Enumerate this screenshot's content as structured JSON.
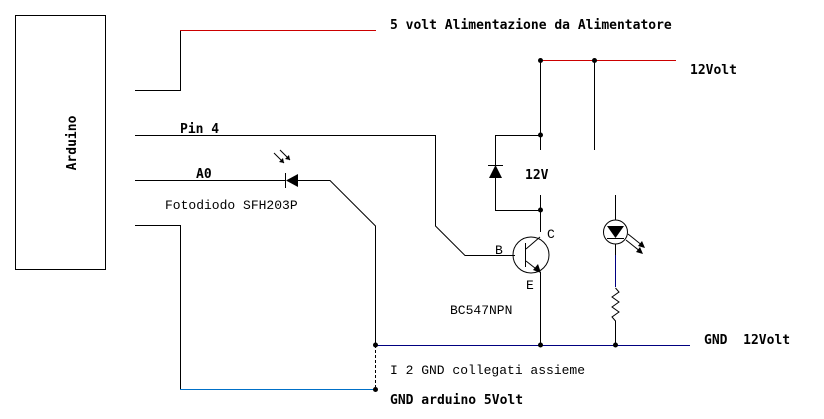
{
  "diagram": {
    "arduino_label": "Arduino",
    "supply_5v_label": "5 volt Alimentazione da Alimentatore",
    "supply_12v_label": "12Volt",
    "pin4_label": "Pin 4",
    "a0_label": "A0",
    "photodiode_label": "Fotodiodo SFH203P",
    "relay_label": "12V",
    "transistor": {
      "base_label": "B",
      "collector_label": "C",
      "emitter_label": "E",
      "model_label": "BC547NPN"
    },
    "gnd_12v_label": "GND  12Volt",
    "gnd_note_label": "I 2 GND collegati assieme",
    "gnd_arduino_label": "GND arduino 5Volt",
    "colors": {
      "supply_wire": "#cc0000",
      "gnd_12v_wire": "#000080",
      "gnd_arduino_wire": "#0070c8"
    }
  }
}
